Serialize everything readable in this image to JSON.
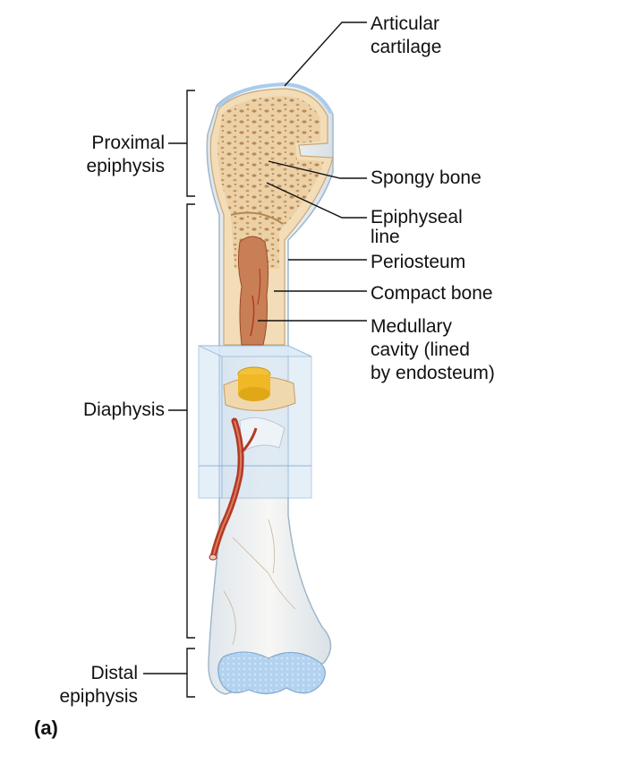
{
  "labels": {
    "articular_cartilage": [
      "Articular",
      "cartilage"
    ],
    "spongy_bone": [
      "Spongy bone"
    ],
    "epiphyseal_line": [
      "Epiphyseal",
      "line"
    ],
    "periosteum": [
      "Periosteum"
    ],
    "compact_bone": [
      "Compact bone"
    ],
    "medullary_cavity": [
      "Medullary",
      "cavity (lined",
      "by endosteum)"
    ],
    "proximal_epiphysis": [
      "Proximal",
      "epiphysis"
    ],
    "diaphysis": [
      "Diaphysis"
    ],
    "distal_epiphysis": [
      "Distal",
      "epiphysis"
    ],
    "panel_letter": "(a)"
  },
  "colors": {
    "spongy": "#e9c99c",
    "spongy_dark": "#c99a63",
    "compact": "#f1dcb6",
    "marrow": "#c0794f",
    "periosteum": "#dde8f0",
    "cartilage": "#a9cbec",
    "vessel": "#b23a25",
    "callout_box": "#bfd7ee",
    "lines": "#111111"
  }
}
